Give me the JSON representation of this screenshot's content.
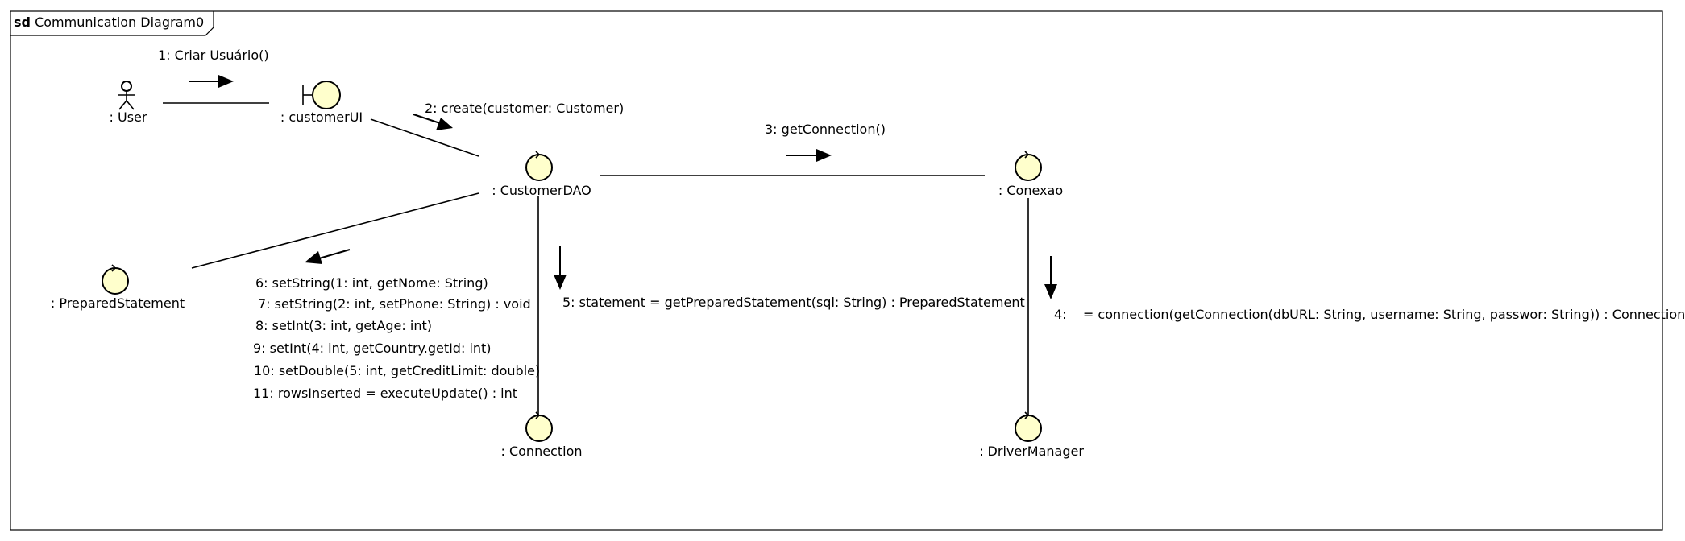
{
  "frame": {
    "keyword": "sd",
    "title": "Communication Diagram0"
  },
  "colors": {
    "node_fill": "#ffffcc",
    "stroke": "#000000"
  },
  "lifelines": {
    "user": ": User",
    "customer_ui": ": customerUI",
    "customer_dao": ": CustomerDAO",
    "conexao": ": Conexao",
    "prepared_statement": ": PreparedStatement",
    "connection": ": Connection",
    "driver_manager": ": DriverManager"
  },
  "node_icons": {
    "user": "actor-icon",
    "customer_ui": "boundary-icon",
    "customer_dao": "control-icon",
    "conexao": "control-icon",
    "prepared_statement": "control-icon",
    "connection": "control-icon",
    "driver_manager": "control-icon"
  },
  "messages": {
    "m1": "1: Criar Usuário()",
    "m2": "2: create(customer: Customer)",
    "m3": "3: getConnection()",
    "m4": "4:    = connection(getConnection(dbURL: String, username: String, passwor: String)) : Connection",
    "m5": "5: statement = getPreparedStatement(sql: String) : PreparedStatement",
    "m6": "6: setString(1: int, getNome: String)",
    "m7": "7: setString(2: int, setPhone: String) : void",
    "m8": "8: setInt(3: int, getAge: int)",
    "m9": "9: setInt(4: int, getCountry.getId: int)",
    "m10": "10: setDouble(5: int, getCreditLimit: double)",
    "m11": "11: rowsInserted = executeUpdate() : int"
  }
}
